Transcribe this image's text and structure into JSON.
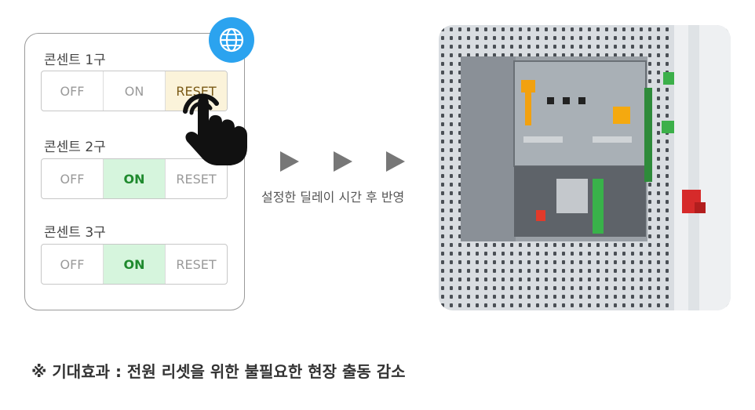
{
  "outlets": [
    {
      "label": "콘센트 1구",
      "options": [
        "OFF",
        "ON",
        "RESET"
      ],
      "selected": "RESET"
    },
    {
      "label": "콘센트 2구",
      "options": [
        "OFF",
        "ON",
        "RESET"
      ],
      "selected": "ON"
    },
    {
      "label": "콘센트 3구",
      "options": [
        "OFF",
        "ON",
        "RESET"
      ],
      "selected": "ON"
    }
  ],
  "caption": "설정한 딜레이 시간 후 반영",
  "footer": {
    "note": "※ 기대효과 : 전원 리셋을 위한 불필요한 현장 출동 감소"
  },
  "colors": {
    "globe": "#2ba3ef",
    "on_bg": "#d6f5dd",
    "on_text": "#1f8a2e",
    "reset_bg": "#fbf3da"
  },
  "icons": {
    "globe": "globe-icon",
    "hand": "tap-hand-icon",
    "arrow": "play-arrow-icon"
  }
}
